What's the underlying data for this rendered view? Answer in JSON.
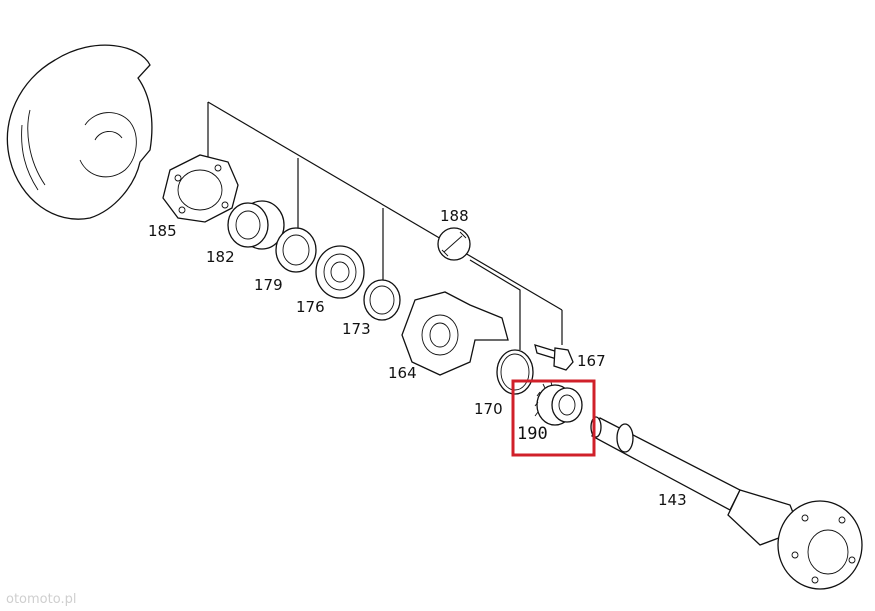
{
  "labels": {
    "p185": "185",
    "p182": "182",
    "p179": "179",
    "p176": "176",
    "p173": "173",
    "p164": "164",
    "p188": "188",
    "p167": "167",
    "p170": "170",
    "p190": "190",
    "p143": "143"
  },
  "highlight_color": "#d0202a",
  "highlighted_part": "190",
  "watermark": "otomoto.pl"
}
